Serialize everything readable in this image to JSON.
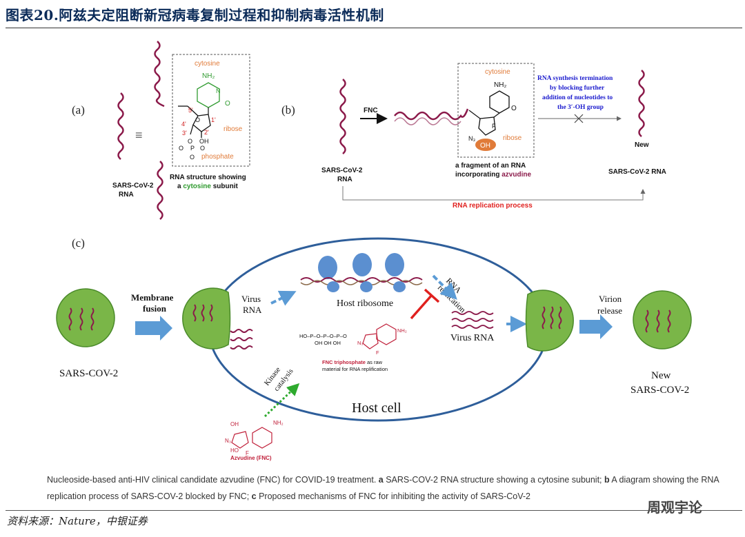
{
  "figure_title": "图表20.阿兹夫定阻断新冠病毒复制过程和抑制病毒活性机制",
  "panel_a": {
    "label": "(a)",
    "rna_label_1": "SARS-CoV-2",
    "rna_label_2": "RNA",
    "equiv": "≡",
    "cytosine": "cytosine",
    "ribose": "ribose",
    "phosphate": "phosphate",
    "nh2": "NH₂",
    "n": "N",
    "o": "O",
    "oh": "OH",
    "p": "P",
    "pos_5": "5'",
    "pos_4": "4'",
    "pos_3": "3'",
    "pos_2": "2'",
    "pos_1": "1'",
    "caption_1": "RNA structure showing",
    "caption_2a": "a ",
    "caption_2b": "cytosine",
    "caption_2c": " subunit"
  },
  "panel_b": {
    "label": "(b)",
    "rna_label_1": "SARS-CoV-2",
    "rna_label_2": "RNA",
    "fnc": "FNC",
    "cytosine": "cytosine",
    "ribose": "ribose",
    "nh2": "NH₂",
    "n3": "N₃",
    "f": "F",
    "oh": "OH",
    "fragment_1": "a fragment of an RNA",
    "fragment_2a": "incorporating ",
    "fragment_2b": "azvudine",
    "termination_1": "RNA synthesis termination",
    "termination_2": "by blocking further",
    "termination_3": "addition of nucleotides to",
    "termination_4": "the 3′-OH group",
    "new_1": "New",
    "new_2": "SARS-CoV-2 RNA",
    "process": "RNA replication process"
  },
  "panel_c": {
    "label": "(c)",
    "sars": "SARS-COV-2",
    "membrane_1": "Membrane",
    "membrane_2": "fusion",
    "virus_rna_1": "Virus",
    "virus_rna_2": "RNA",
    "ribosome": "Host ribosome",
    "replication_1": "RNA",
    "replication_2": "replication",
    "virus_rna_right": "Virus RNA",
    "virion_1": "Virion",
    "virion_2": "release",
    "new_1": "New",
    "new_2": "SARS-COV-2",
    "host_cell": "Host cell",
    "kinase_1": "Kinase",
    "kinase_2": "catalysis",
    "fnc_tp_1a": "FNC triphosphate",
    "fnc_tp_1b": " as raw",
    "fnc_tp_2": "material for RNA replification",
    "azvudine_fnc": "Azvudine (FNC)",
    "tp_formula": "HO–P–O–P–O–P–O",
    "oh_row": "OH    OH    OH",
    "n3": "N₃",
    "f": "F",
    "nh2": "NH₂",
    "oh": "OH",
    "ho": "HO"
  },
  "caption": {
    "part1": "Nucleoside-based anti-HIV clinical candidate azvudine (FNC) for COVID-19 treatment. ",
    "a_bold": "a",
    "part2": " SARS-COV-2 RNA structure showing a cytosine subunit; ",
    "b_bold": "b",
    "part3": " A diagram showing the RNA replication process of SARS-COV-2 blocked by FNC; ",
    "c_bold": "c",
    "part4": " Proposed mechanisms of FNC for inhibiting the activity of SARS-CoV-2"
  },
  "source_line": "资料来源：Nature，中银证券",
  "watermark": "周观宇论",
  "colors": {
    "rna": "#8b1a4a",
    "orange": "#e07b39",
    "green": "#2e9a2e",
    "red": "#e0201e",
    "blue_text": "#1a1acd",
    "ellipse": "#2e5e9a",
    "virus_green": "#7ab648",
    "arrow_blue": "#5b9bd5",
    "ribosome": "#5b8fd0"
  }
}
